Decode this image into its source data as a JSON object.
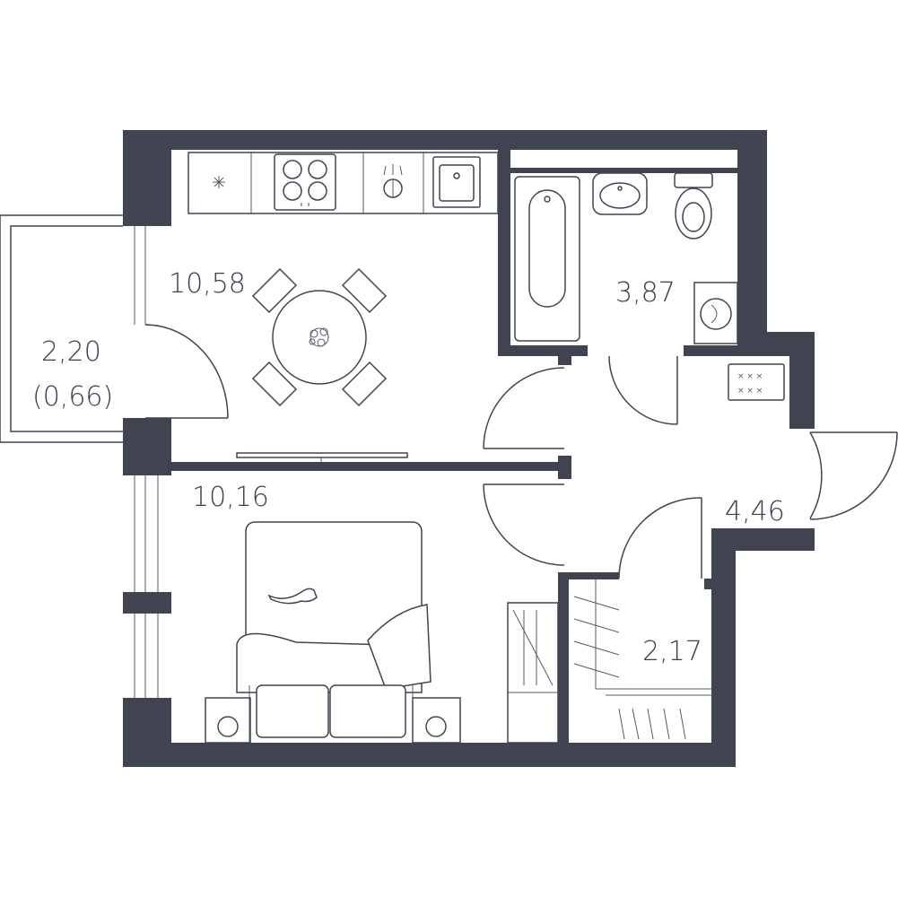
{
  "rooms": {
    "kitchen_living": {
      "area": "10,58"
    },
    "bathroom": {
      "area": "3,87"
    },
    "balcony": {
      "area": "2,20",
      "area_reduced": "(0,66)"
    },
    "bedroom": {
      "area": "10,16"
    },
    "hallway": {
      "area": "4,46"
    },
    "wardrobe": {
      "area": "2,17"
    }
  },
  "colors": {
    "wall": "#3f4450",
    "line": "#3f4450",
    "background": "#ffffff"
  }
}
